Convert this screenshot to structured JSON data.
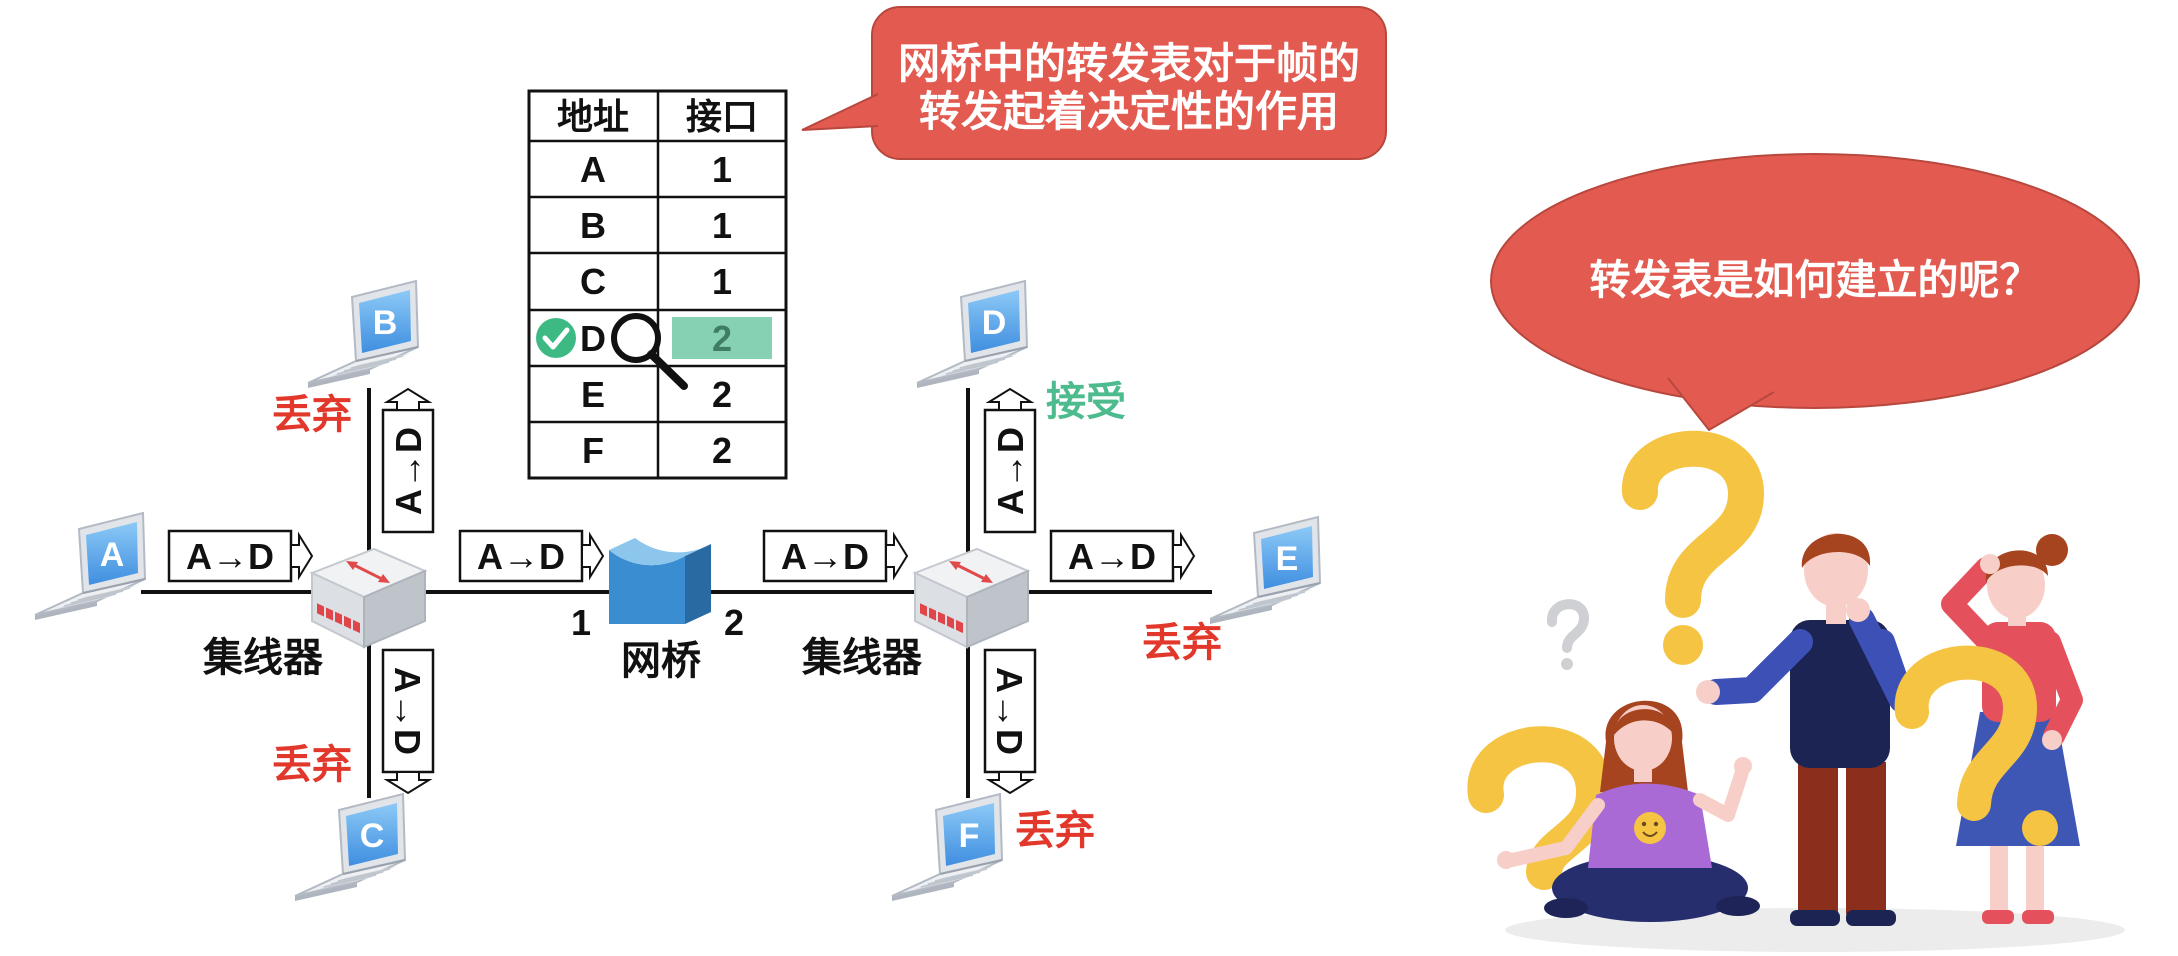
{
  "callout": {
    "line1": "网桥中的转发表对于帧的",
    "line2": "转发起着决定性的作用"
  },
  "question": "转发表是如何建立的呢？",
  "forwarding_table": {
    "headers": {
      "address": "地址",
      "port": "接口"
    },
    "rows": [
      {
        "address": "A",
        "port": "1"
      },
      {
        "address": "B",
        "port": "1"
      },
      {
        "address": "C",
        "port": "1"
      },
      {
        "address": "D",
        "port": "2",
        "highlighted": true
      },
      {
        "address": "E",
        "port": "2"
      },
      {
        "address": "F",
        "port": "2"
      }
    ]
  },
  "hosts": {
    "a": "A",
    "b": "B",
    "c": "C",
    "d": "D",
    "e": "E",
    "f": "F"
  },
  "devices": {
    "hub_left": "集线器",
    "hub_right": "集线器",
    "bridge": "网桥",
    "bridge_port_1": "1",
    "bridge_port_2": "2"
  },
  "frame": "A→D",
  "status": {
    "discard": "丢弃",
    "accept": "接受"
  },
  "icons": {
    "host": "laptop-icon",
    "hub": "hub-icon",
    "bridge": "bridge-icon",
    "match": "check-icon",
    "lookup": "magnifier-icon"
  },
  "colors": {
    "bubble": "#e35b50",
    "discard": "#e2372b",
    "accept": "#4dbb8e",
    "highlight": "#86d1b3",
    "question_mark": "#f5c443",
    "screen_blue": "#5ba8ec",
    "bridge_blue": "#3a8dd0"
  }
}
